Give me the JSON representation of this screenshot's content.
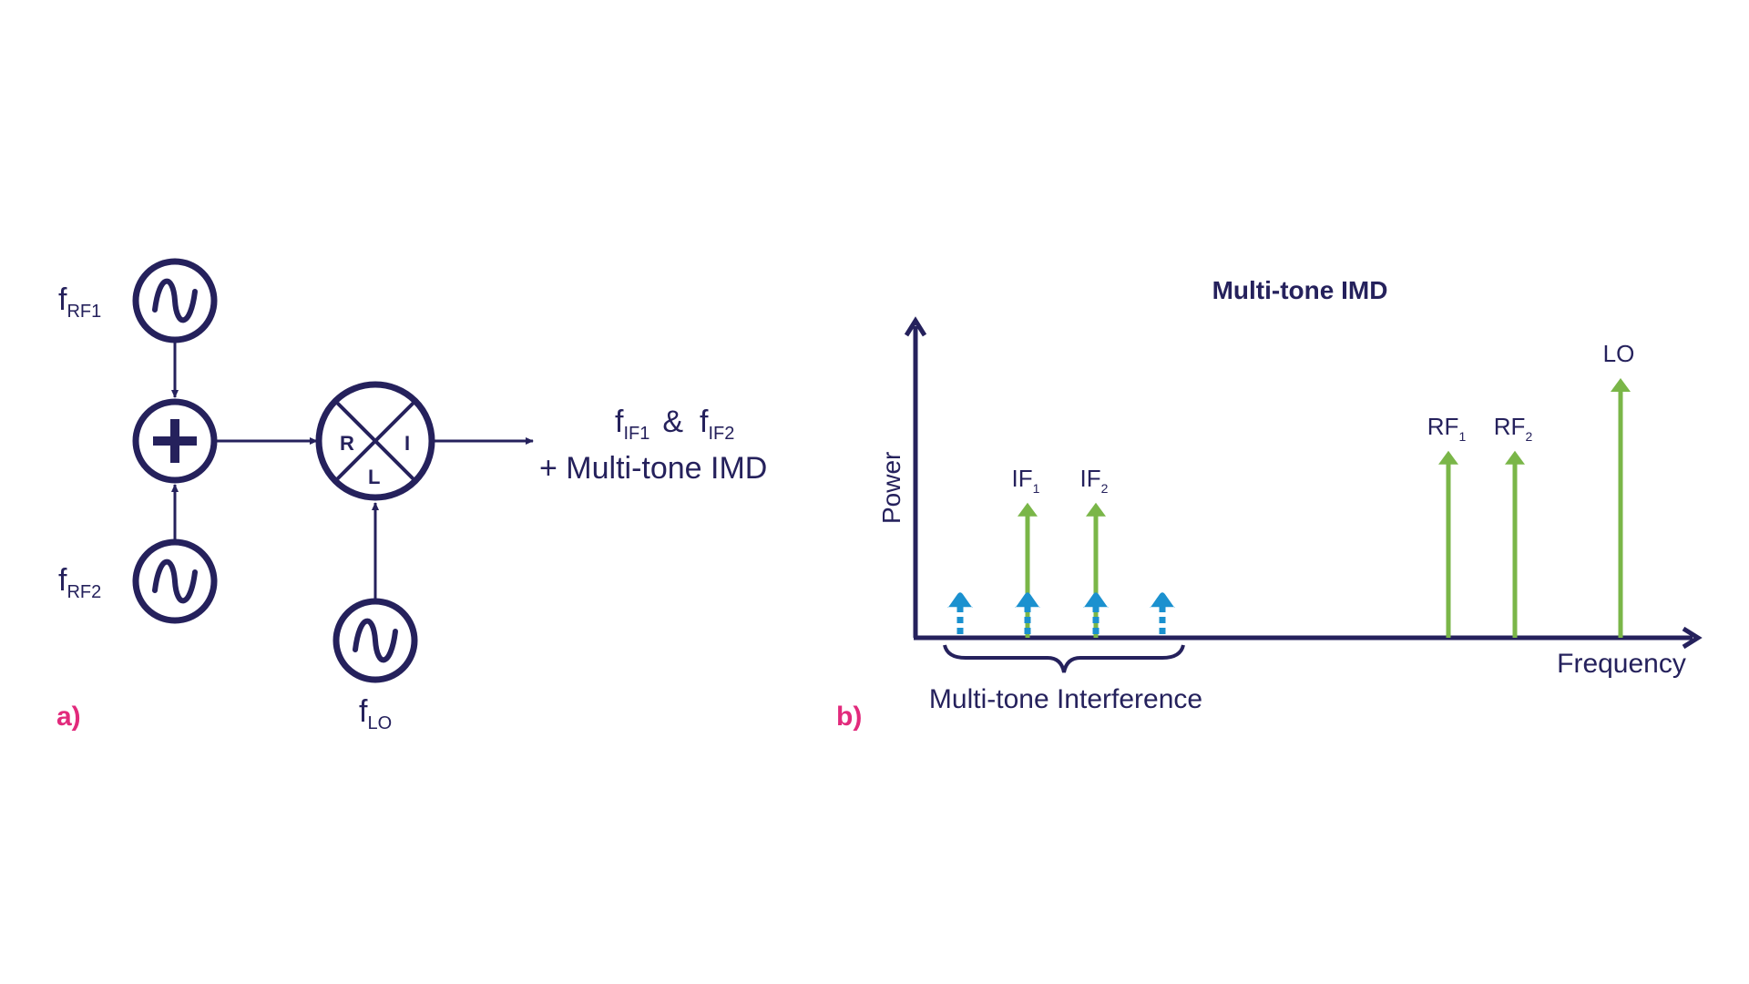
{
  "colors": {
    "navy": "#25215c",
    "green": "#7ab648",
    "blue": "#1b91cf",
    "pink": "#e22a7c"
  },
  "panel_a": {
    "label": "a)",
    "rf1": {
      "main": "f",
      "sub": "RF1"
    },
    "rf2": {
      "main": "f",
      "sub": "RF2"
    },
    "lo": {
      "main": "f",
      "sub": "LO"
    },
    "mixer_ports": {
      "r": "R",
      "i": "I",
      "l": "L"
    },
    "output_line1": {
      "f1": "f",
      "s1": "IF1",
      "amp": "&",
      "f2": "f",
      "s2": "IF2"
    },
    "output_line2": "+ Multi-tone IMD"
  },
  "panel_b": {
    "label": "b)",
    "title": "Multi-tone IMD",
    "xlabel": "Frequency",
    "ylabel": "Power",
    "brace_label": "Multi-tone Interference",
    "green_tones": [
      {
        "main": "IF",
        "sub": "1",
        "power": 0.52
      },
      {
        "main": "IF",
        "sub": "2",
        "power": 0.52
      },
      {
        "main": "RF",
        "sub": "1",
        "power": 0.72
      },
      {
        "main": "RF",
        "sub": "2",
        "power": 0.72
      },
      {
        "main": "LO",
        "sub": "",
        "power": 1.0
      }
    ],
    "interference_tones": [
      {
        "power": 0.28
      },
      {
        "power": 0.28
      },
      {
        "power": 0.28
      },
      {
        "power": 0.28
      }
    ]
  }
}
